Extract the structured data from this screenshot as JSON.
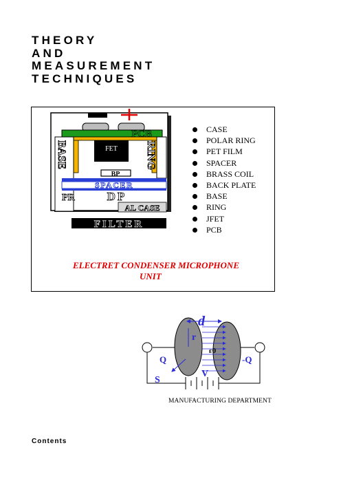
{
  "title_lines": [
    "THEORY",
    "AND",
    "MEASUREMENT",
    "TECHNIQUES"
  ],
  "mic_diagram": {
    "labels": {
      "pcb": "PCB",
      "fet": "FET",
      "base": "BASE",
      "ring": "RING",
      "bp_small": "BP",
      "spacer": "SPACER",
      "pr": "PR",
      "dp": "DP",
      "al_case": "AL CASE",
      "filter": "FILTER"
    },
    "colors": {
      "pcb_green": "#1b9a1b",
      "brass_yellow": "#f5b400",
      "spacer_blue": "#2a3fd6",
      "polarity_red": "#e00000"
    }
  },
  "parts_list": [
    "CASE",
    "POLAR RING",
    "PET FILM",
    "SPACER",
    "BRASS COIL",
    "BACK PLATE",
    "BASE",
    "RING",
    "JFET",
    "PCB"
  ],
  "caption": {
    "line1": "ELECTRET CONDENSER MICROPHONE",
    "line2": "UNIT"
  },
  "capacitor_diagram": {
    "d": "d",
    "r": "r",
    "eps": "ε0",
    "q_left": "Q",
    "q_right": "-Q",
    "s": "S",
    "v": "V",
    "colors": {
      "label_blue": "#2b2bd9",
      "plate_gray": "#8c8c8c"
    }
  },
  "manufacturing_label": "MANUFACTURING DEPARTMENT",
  "contents_label": "Contents"
}
